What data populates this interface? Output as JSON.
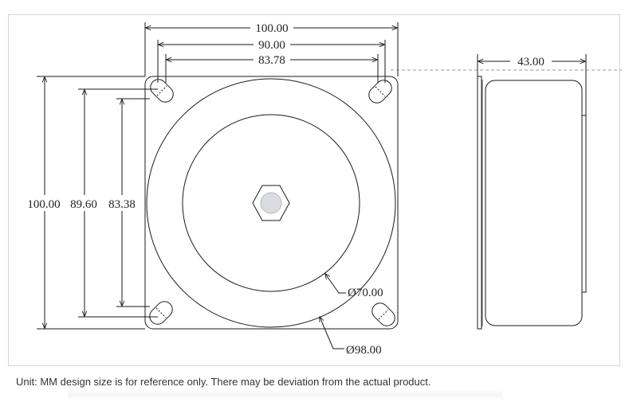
{
  "dimensions": {
    "top_width_100": "100.00",
    "top_width_90": "90.00",
    "top_width_8378": "83.78",
    "left_height_100": "100.00",
    "left_height_8960": "89.60",
    "left_height_8338": "83.38",
    "depth_43": "43.00",
    "diameter_70": "Ø70.00",
    "diameter_98": "Ø98.00"
  },
  "caption": "Unit: MM design size is for reference only. There may be deviation from the actual product.",
  "colors": {
    "line": "#1a1a1a",
    "dashed": "#9a9a9a",
    "frame_border": "#d6d6d6",
    "hub": "#d9dde2",
    "caption": "#333333"
  }
}
